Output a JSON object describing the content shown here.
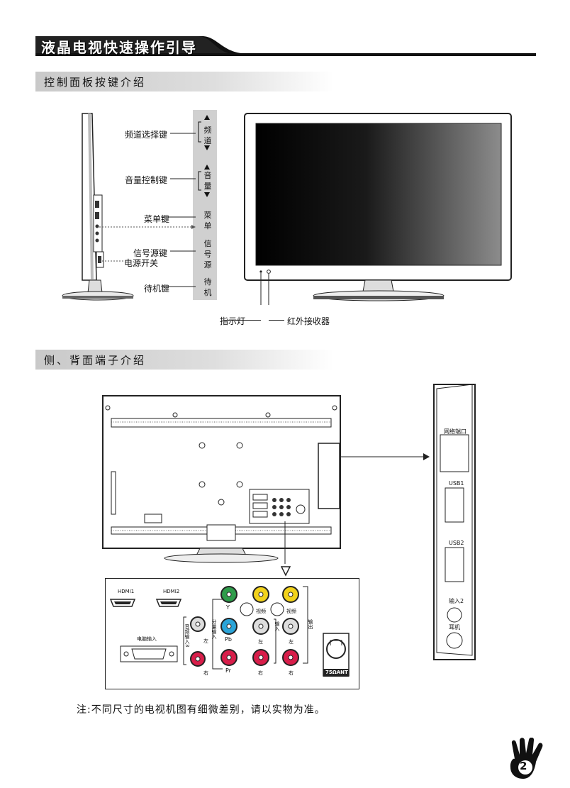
{
  "page": {
    "main_title": "液晶电视快速操作引导",
    "page_number": "2",
    "note": "注:不同尺寸的电视机图有细微差别，请以实物为准。"
  },
  "section1": {
    "title": "控制面板按键介绍",
    "labels": {
      "channel": "频道选择键",
      "volume": "音量控制键",
      "menu": "菜单键",
      "source": "信号源键",
      "power_switch": "电源开关",
      "standby": "待机键",
      "indicator": "指示灯",
      "ir_receiver": "红外接收器"
    },
    "panel": {
      "channel_chars": [
        "频",
        "道"
      ],
      "volume_chars": [
        "音",
        "量"
      ],
      "menu_chars": [
        "菜",
        "单"
      ],
      "source_chars": [
        "信",
        "号",
        "源"
      ],
      "standby_chars": [
        "待",
        "机"
      ]
    }
  },
  "section2": {
    "title": "侧、背面端子介绍",
    "side_panel": {
      "network": "网络端口",
      "usb1": "USB1",
      "usb2": "USB2",
      "input2": "输入2",
      "earphone": "耳机"
    },
    "ports": {
      "hdmi1": "HDMI1",
      "hdmi2": "HDMI2",
      "pc_input": "电脑输入",
      "audio_input": "音频输入3",
      "component_input": "分量输入",
      "y": "Y",
      "pb": "Pb",
      "pr": "Pr",
      "video": "视频",
      "video_out": "视频",
      "left": "左",
      "right": "右",
      "input": "输入",
      "output": "输出",
      "antenna": "75ΩANT"
    }
  }
}
